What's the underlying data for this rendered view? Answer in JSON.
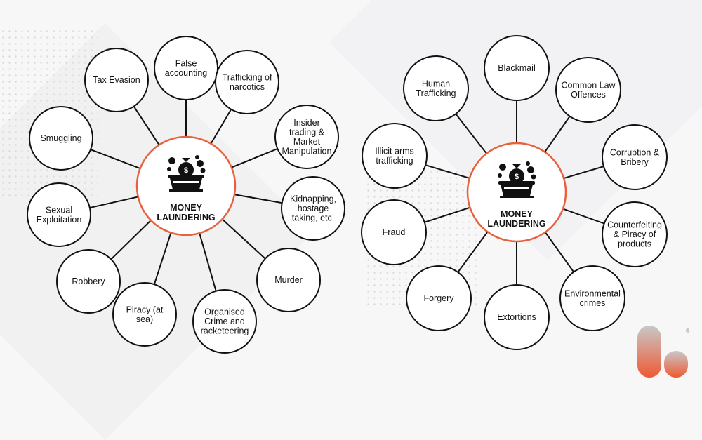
{
  "diagrams": [
    {
      "hub": {
        "lines": [
          "MONEY",
          "LAUNDERING"
        ],
        "icon": "money-laundering-icon"
      },
      "nodes": [
        {
          "id": "false-accounting",
          "lines": [
            "False",
            "accounting"
          ]
        },
        {
          "id": "trafficking-of-narcotics",
          "lines": [
            "Trafficking of",
            "narcotics"
          ]
        },
        {
          "id": "insider-trading",
          "lines": [
            "Insider",
            "trading &",
            "Market",
            "Manipulation"
          ]
        },
        {
          "id": "kidnapping",
          "lines": [
            "Kidnapping,",
            "hostage",
            "taking, etc."
          ]
        },
        {
          "id": "murder",
          "lines": [
            "Murder"
          ]
        },
        {
          "id": "organised-crime",
          "lines": [
            "Organised",
            "Crime and",
            "racketeering"
          ]
        },
        {
          "id": "piracy-at-sea",
          "lines": [
            "Piracy (at",
            "sea)"
          ]
        },
        {
          "id": "robbery",
          "lines": [
            "Robbery"
          ]
        },
        {
          "id": "sexual-exploitation",
          "lines": [
            "Sexual",
            "Exploitation"
          ]
        },
        {
          "id": "smuggling",
          "lines": [
            "Smuggling"
          ]
        },
        {
          "id": "tax-evasion",
          "lines": [
            "Tax Evasion"
          ]
        }
      ]
    },
    {
      "hub": {
        "lines": [
          "MONEY",
          "LAUNDERING"
        ],
        "icon": "money-laundering-icon"
      },
      "nodes": [
        {
          "id": "blackmail",
          "lines": [
            "Blackmail"
          ]
        },
        {
          "id": "common-law-offences",
          "lines": [
            "Common Law",
            "Offences"
          ]
        },
        {
          "id": "corruption-bribery",
          "lines": [
            "Corruption &",
            "Bribery"
          ]
        },
        {
          "id": "counterfeiting",
          "lines": [
            "Counterfeiting",
            "& Piracy of",
            "products"
          ]
        },
        {
          "id": "environmental-crimes",
          "lines": [
            "Environmental",
            "crimes"
          ]
        },
        {
          "id": "extortions",
          "lines": [
            "Extortions"
          ]
        },
        {
          "id": "forgery",
          "lines": [
            "Forgery"
          ]
        },
        {
          "id": "fraud",
          "lines": [
            "Fraud"
          ]
        },
        {
          "id": "illicit-arms",
          "lines": [
            "Illicit arms",
            "trafficking"
          ]
        },
        {
          "id": "human-trafficking",
          "lines": [
            "Human",
            "Trafficking"
          ]
        }
      ]
    }
  ],
  "colors": {
    "hub_border": "#e8613c",
    "node_border": "#111111",
    "line": "#111111",
    "logo_gradient_top": "#c8c8c8",
    "logo_gradient_bottom": "#ee5a32"
  },
  "logo": {
    "icon": "brand-logo-icon",
    "mark": "®"
  }
}
